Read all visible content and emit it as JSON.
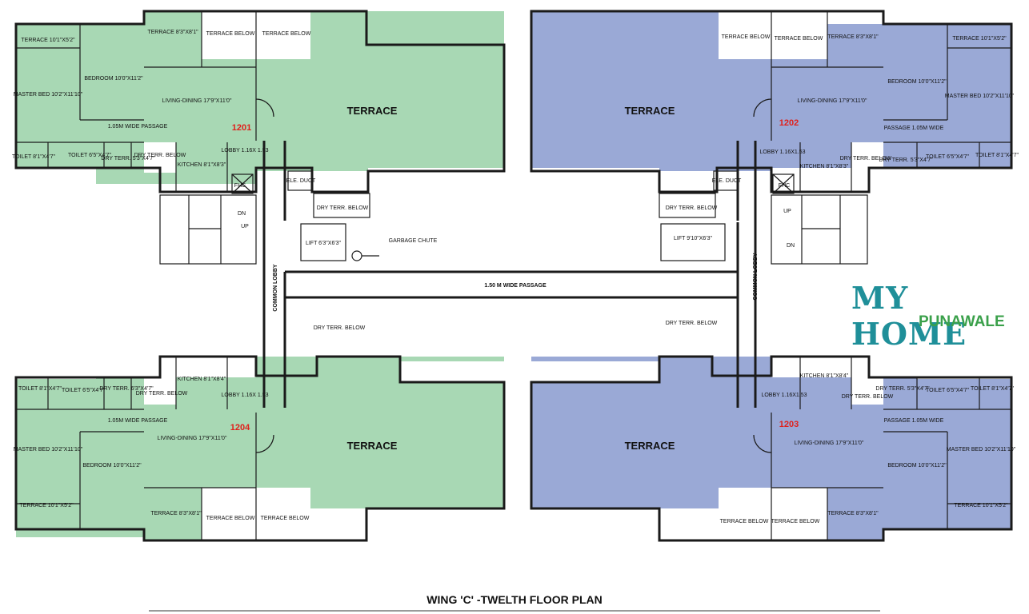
{
  "title": "WING 'C' -TWELTH FLOOR PLAN",
  "brand": {
    "line1": "MY HOME",
    "line2": "PUNAWALE"
  },
  "colors": {
    "unit_green": "#a8d8b4",
    "unit_blue": "#9aa9d6",
    "unit_number": "#e0201b"
  },
  "core": {
    "common_lobby": "COMMON LOBBY",
    "passage": "1.50 M WIDE PASSAGE",
    "garbage_chute": "GARBAGE CHUTE",
    "ele_duct": "ELE. DUCT",
    "dry_terr_below": "DRY TERR. BELOW",
    "lift_left": "LIFT 6'3\"X6'3\"",
    "lift_right": "LIFT 9'10\"X6'3\"",
    "up": "UP",
    "dn": "DN",
    "fhc": "FHC"
  },
  "units": [
    {
      "number": "1201",
      "rooms": {
        "terrace_large": "TERRACE",
        "terrace_small_a": "TERRACE 10'1\"X5'2\"",
        "terrace_small_b": "TERRACE 8'3\"X8'1\"",
        "terrace_below": "TERRACE BELOW",
        "bedroom": "BEDROOM 10'0\"X11'2\"",
        "master_bed": "MASTER BED 10'2\"X11'10\"",
        "living": "LIVING-DINING 17'9\"X11'0\"",
        "kitchen": "KITCHEN 8'1\"X8'3\"",
        "lobby": "LOBBY 1.16X 1.53",
        "passage": "1.05M WIDE PASSAGE",
        "toilet_a": "TOILET 8'1\"X4'7\"",
        "toilet_b": "TOILET 6'5\"X4'7\"",
        "dry_terr": "DRY TERR. 5'3\"X4'7\"",
        "dry_terr_below": "DRY TERR. BELOW"
      }
    },
    {
      "number": "1202",
      "rooms": {
        "terrace_large": "TERRACE",
        "terrace_small_a": "TERRACE 10'1\"X5'2\"",
        "terrace_small_b": "TERRACE 8'3\"X8'1\"",
        "terrace_below": "TERRACE BELOW",
        "bedroom": "BEDROOM 10'0\"X11'2\"",
        "master_bed": "MASTER BED 10'2\"X11'10\"",
        "living": "LIVING-DINING 17'9\"X11'0\"",
        "kitchen": "KITCHEN 8'1\"X8'3\"",
        "lobby": "LOBBY 1.16X1.53",
        "passage": "PASSAGE 1.05M WIDE",
        "toilet_a": "TOILET 8'1\"X4'7\"",
        "toilet_b": "TOILET 6'5\"X4'7\"",
        "dry_terr": "DRY TERR. 5'3\"X4'7\"",
        "dry_terr_below": "DRY TERR. BELOW"
      }
    },
    {
      "number": "1203",
      "rooms": {
        "terrace_large": "TERRACE",
        "terrace_small_a": "TERRACE 10'1\"X5'2\"",
        "terrace_small_b": "TERRACE 8'3\"X8'1\"",
        "terrace_below": "TERRACE BELOW",
        "bedroom": "BEDROOM 10'0\"X11'2\"",
        "master_bed": "MASTER BED 10'2\"X11'10\"",
        "living": "LIVING-DINING 17'9\"X11'0\"",
        "kitchen": "KITCHEN 8'1\"X8'4\"",
        "lobby": "LOBBY 1.16X1.53",
        "passage": "PASSAGE 1.05M WIDE",
        "toilet_a": "TOILET 8'1\"X4'7\"",
        "toilet_b": "TOILET 6'5\"X4'7\"",
        "dry_terr": "DRY TERR. 5'3\"X4'7\"",
        "dry_terr_below": "DRY TERR. BELOW"
      }
    },
    {
      "number": "1204",
      "rooms": {
        "terrace_large": "TERRACE",
        "terrace_small_a": "TERRACE 10'1\"X5'2\"",
        "terrace_small_b": "TERRACE 8'3\"X8'1\"",
        "terrace_below": "TERRACE BELOW",
        "bedroom": "BEDROOM 10'0\"X11'2\"",
        "master_bed": "MASTER BED 10'2\"X11'10\"",
        "living": "LIVING-DINING 17'9\"X11'0\"",
        "kitchen": "KITCHEN 8'1\"X8'4\"",
        "lobby": "LOBBY 1.16X 1.53",
        "passage": "1.05M WIDE PASSAGE",
        "toilet_a": "TOILET 8'1\"X4'7\"",
        "toilet_b": "TOILET 6'5\"X4'7\"",
        "dry_terr": "DRY TERR. 6'3\"X4'7\"",
        "dry_terr_below": "DRY TERR. BELOW"
      }
    }
  ]
}
